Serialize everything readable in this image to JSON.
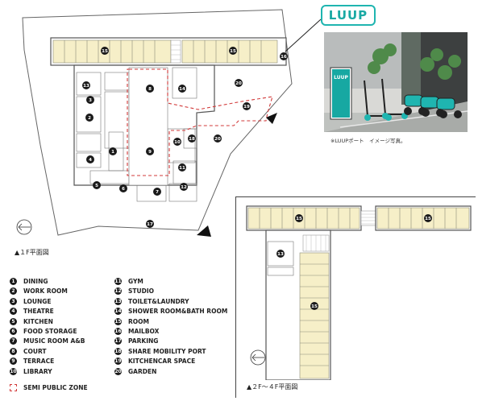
{
  "brand": {
    "logo_text": "LUUP",
    "accent_color": "#1fb5b0"
  },
  "photo": {
    "caption": "※LUUPポート　イメージ写真。",
    "sign_text": "LUUP"
  },
  "plans": {
    "floor1_title": "▲１F平面図",
    "floor2_4_title": "▲２F～４F平面図"
  },
  "room_markers_1f": [
    {
      "num": "15"
    },
    {
      "num": "15"
    },
    {
      "num": "16"
    },
    {
      "num": "13"
    },
    {
      "num": "8"
    },
    {
      "num": "14"
    },
    {
      "num": "20"
    },
    {
      "num": "19"
    },
    {
      "num": "3"
    },
    {
      "num": "2"
    },
    {
      "num": "1"
    },
    {
      "num": "9"
    },
    {
      "num": "10"
    },
    {
      "num": "18"
    },
    {
      "num": "20"
    },
    {
      "num": "4"
    },
    {
      "num": "11"
    },
    {
      "num": "5"
    },
    {
      "num": "6"
    },
    {
      "num": "7"
    },
    {
      "num": "12"
    },
    {
      "num": "17"
    }
  ],
  "room_markers_upper": [
    {
      "num": "15"
    },
    {
      "num": "15"
    },
    {
      "num": "13"
    },
    {
      "num": "15"
    }
  ],
  "legend": [
    {
      "num": "1",
      "label": "DINING"
    },
    {
      "num": "2",
      "label": "WORK ROOM"
    },
    {
      "num": "3",
      "label": "LOUNGE"
    },
    {
      "num": "4",
      "label": "THEATRE"
    },
    {
      "num": "5",
      "label": "KITCHEN"
    },
    {
      "num": "6",
      "label": "FOOD STORAGE"
    },
    {
      "num": "7",
      "label": "MUSIC ROOM A&B"
    },
    {
      "num": "8",
      "label": "COURT"
    },
    {
      "num": "9",
      "label": "TERRACE"
    },
    {
      "num": "10",
      "label": "LIBRARY"
    },
    {
      "num": "11",
      "label": "GYM"
    },
    {
      "num": "12",
      "label": "STUDIO"
    },
    {
      "num": "13",
      "label": "TOILET&LAUNDRY"
    },
    {
      "num": "14",
      "label": "SHOWER ROOM&BATH ROOM"
    },
    {
      "num": "15",
      "label": "ROOM"
    },
    {
      "num": "16",
      "label": "MAILBOX"
    },
    {
      "num": "17",
      "label": "PARKING"
    },
    {
      "num": "18",
      "label": "SHARE MOBILITY PORT"
    },
    {
      "num": "19",
      "label": "KITCHENCAR SPACE"
    },
    {
      "num": "20",
      "label": "GARDEN"
    }
  ],
  "semi_public": "SEMI PUBLIC ZONE",
  "colors": {
    "room_fill": "#f6efc8",
    "wall": "#555555",
    "semi_public_line": "#d23a3a",
    "ground": "#ffffff"
  }
}
